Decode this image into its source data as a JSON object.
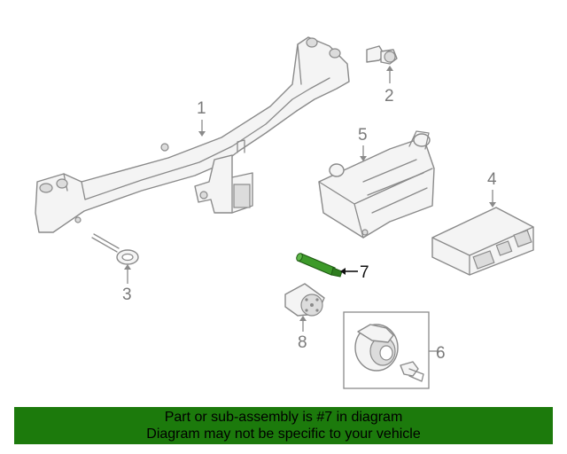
{
  "callouts": [
    {
      "id": "1",
      "label": "1"
    },
    {
      "id": "2",
      "label": "2"
    },
    {
      "id": "3",
      "label": "3"
    },
    {
      "id": "4",
      "label": "4"
    },
    {
      "id": "5",
      "label": "5"
    },
    {
      "id": "6",
      "label": "6"
    },
    {
      "id": "7",
      "label": "7"
    },
    {
      "id": "8",
      "label": "8"
    }
  ],
  "highlighted_part": "7",
  "colors": {
    "highlight_part": "#3d9a2a",
    "banner_bg": "#1c7a0c",
    "line_art": "#8a8a8a"
  },
  "banner": {
    "line1": "Part or sub-assembly is #7 in diagram",
    "line2": "Diagram may not be specific to your vehicle"
  }
}
